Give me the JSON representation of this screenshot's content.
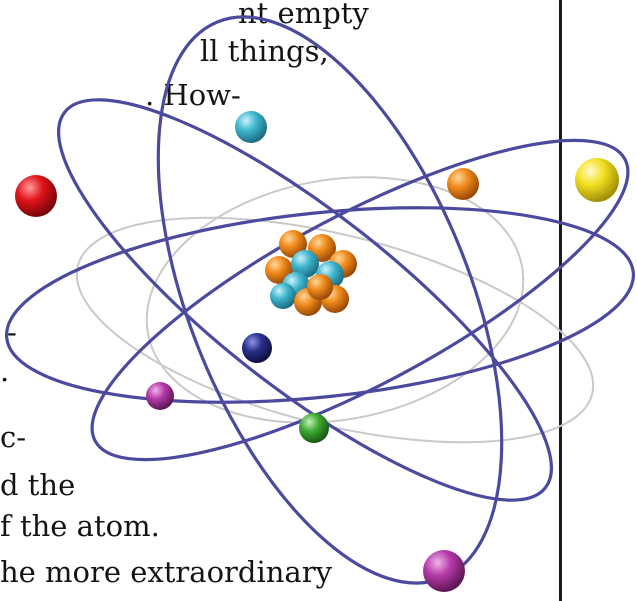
{
  "text_fragments": [
    "nt empty",
    "ll things,",
    ". How-",
    "-",
    ".",
    "c-",
    "d the",
    "f the atom.",
    "he more extraordinary"
  ],
  "illustration": {
    "subject": "atom",
    "nucleus": {
      "proton_color": "#3fb6cf",
      "neutron_color": "#f08a1c"
    },
    "orbit_color": "#4b4a9e",
    "faint_orbit_color": "#c9c9c9",
    "electron_colors": [
      "#e0141a",
      "#38b9cf",
      "#f07d1a",
      "#f3e01e",
      "#2a2f8e",
      "#b53aa8",
      "#3eaa32",
      "#b53aa8"
    ]
  }
}
